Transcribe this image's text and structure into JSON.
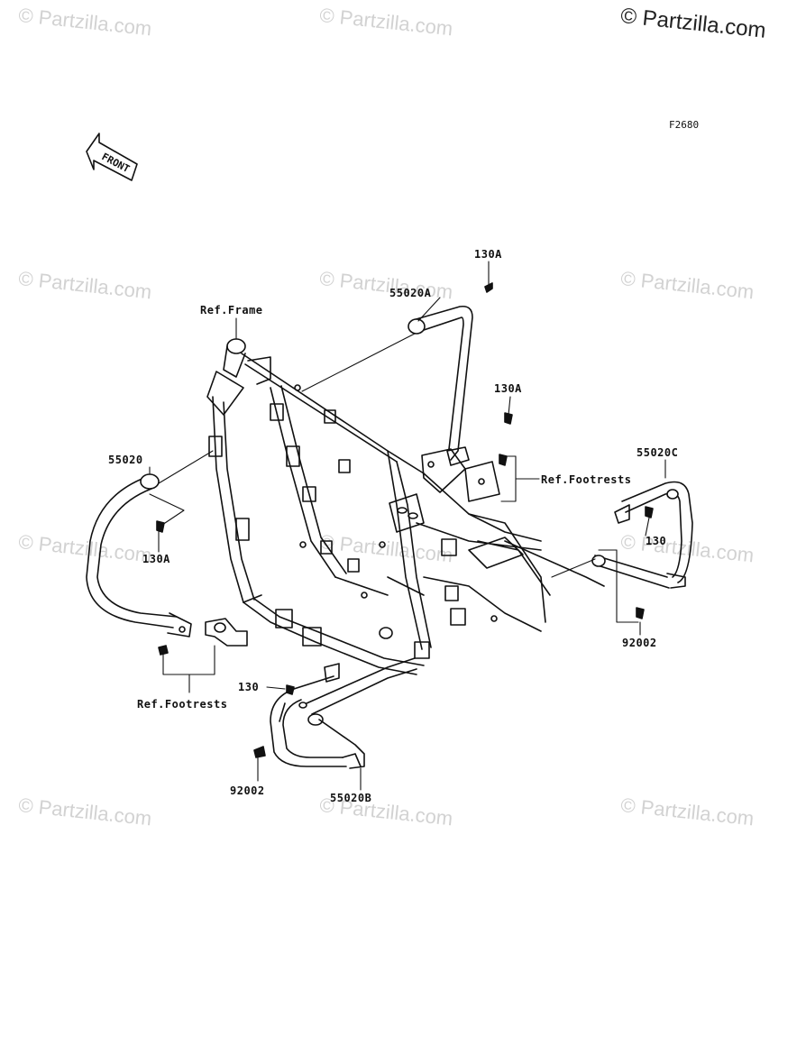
{
  "watermark": {
    "text": "Partzilla.com",
    "copyright_text": "© Partzilla.com"
  },
  "figure_code": "F2680",
  "front_arrow_label": "FRONT",
  "labels": {
    "ref_frame": "Ref.Frame",
    "p_130a_top": "130A",
    "p_55020a": "55020A",
    "p_130a_mid": "130A",
    "p_55020": "55020",
    "p_130a_left": "130A",
    "ref_footrests_right": "Ref.Footrests",
    "p_55020c": "55020C",
    "p_130_right": "130",
    "p_92002_right": "92002",
    "p_130_lower": "130",
    "ref_footrests_left": "Ref.Footrests",
    "p_92002_left": "92002",
    "p_55020b": "55020B"
  },
  "icons": {
    "front_arrow": "front-arrow-icon",
    "frame": "motorcycle-frame-drawing",
    "guard_front_left": "engine-guard-55020-drawing",
    "guard_front_right": "engine-guard-55020a-drawing",
    "guard_rear_left": "engine-guard-55020b-drawing",
    "guard_rear_right": "engine-guard-55020c-drawing",
    "bolt": "bolt-icon"
  },
  "colors": {
    "line": "#111111",
    "watermark": "#d2d2d2",
    "background": "#ffffff"
  }
}
